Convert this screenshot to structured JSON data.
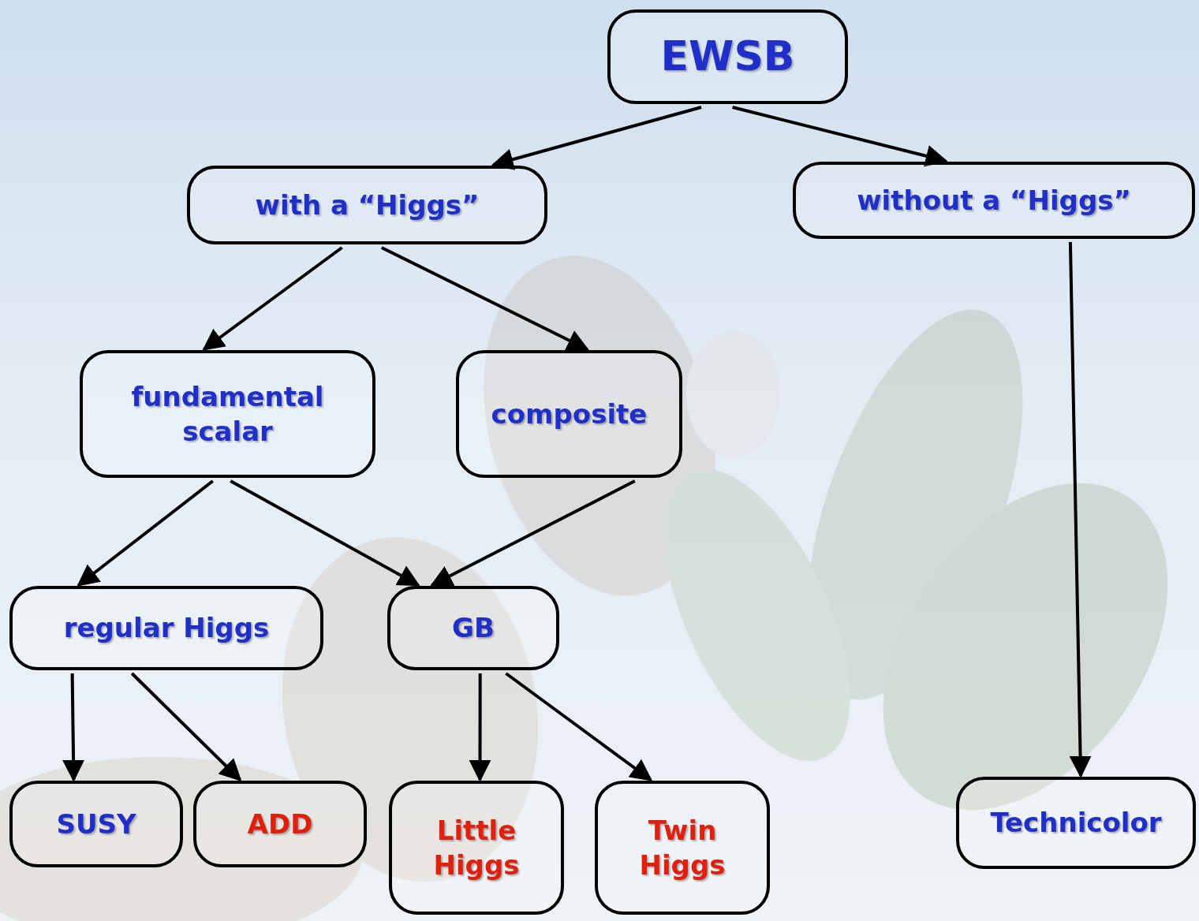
{
  "diagram": {
    "nodes": [
      {
        "text": [
          "EWSB"
        ]
      },
      {
        "text": [
          "with a “Higgs”"
        ]
      },
      {
        "text": [
          "without a “Higgs”"
        ]
      },
      {
        "text": [
          "fundamental scalar"
        ]
      },
      {
        "text": [
          "composite"
        ]
      },
      {
        "text": [
          "regular Higgs"
        ]
      },
      {
        "text": [
          "GB"
        ]
      },
      {
        "text": [
          "SUSY"
        ]
      },
      {
        "text": [
          "ADD"
        ]
      },
      {
        "text": [
          "Little Higgs"
        ]
      },
      {
        "text": [
          "Twin Higgs"
        ]
      },
      {
        "text": [
          "Technicolor"
        ]
      }
    ],
    "edges": [
      {
        "from": 0,
        "to": 1,
        "arrow": "to"
      },
      {
        "from": 0,
        "to": 2,
        "arrow": "to"
      },
      {
        "from": 1,
        "to": 3,
        "arrow": "to"
      },
      {
        "from": 1,
        "to": 4,
        "arrow": "to"
      },
      {
        "from": 3,
        "to": 5,
        "arrow": "to"
      },
      {
        "from": 3,
        "to": 6,
        "arrow": "to"
      },
      {
        "from": 4,
        "to": 6,
        "arrow": "to"
      },
      {
        "from": 5,
        "to": 7,
        "arrow": "to"
      },
      {
        "from": 5,
        "to": 8,
        "arrow": "to"
      },
      {
        "from": 6,
        "to": 9,
        "arrow": "to"
      },
      {
        "from": 6,
        "to": 10,
        "arrow": "to"
      },
      {
        "from": 2,
        "to": 11,
        "arrow": "to"
      }
    ]
  }
}
